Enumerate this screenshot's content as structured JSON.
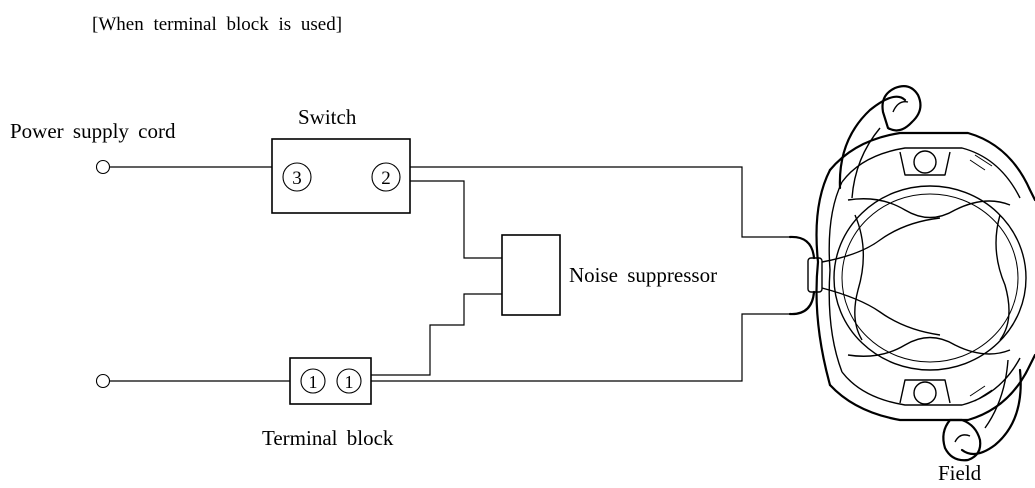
{
  "caption": "[When terminal block is used]",
  "labels": {
    "power_cord": "Power supply cord",
    "switch": "Switch",
    "noise_suppressor": "Noise suppressor",
    "terminal_block": "Terminal block",
    "field": "Field"
  },
  "terminals": {
    "switch_left": "3",
    "switch_right": "2",
    "block_left": "1",
    "block_right": "1"
  }
}
